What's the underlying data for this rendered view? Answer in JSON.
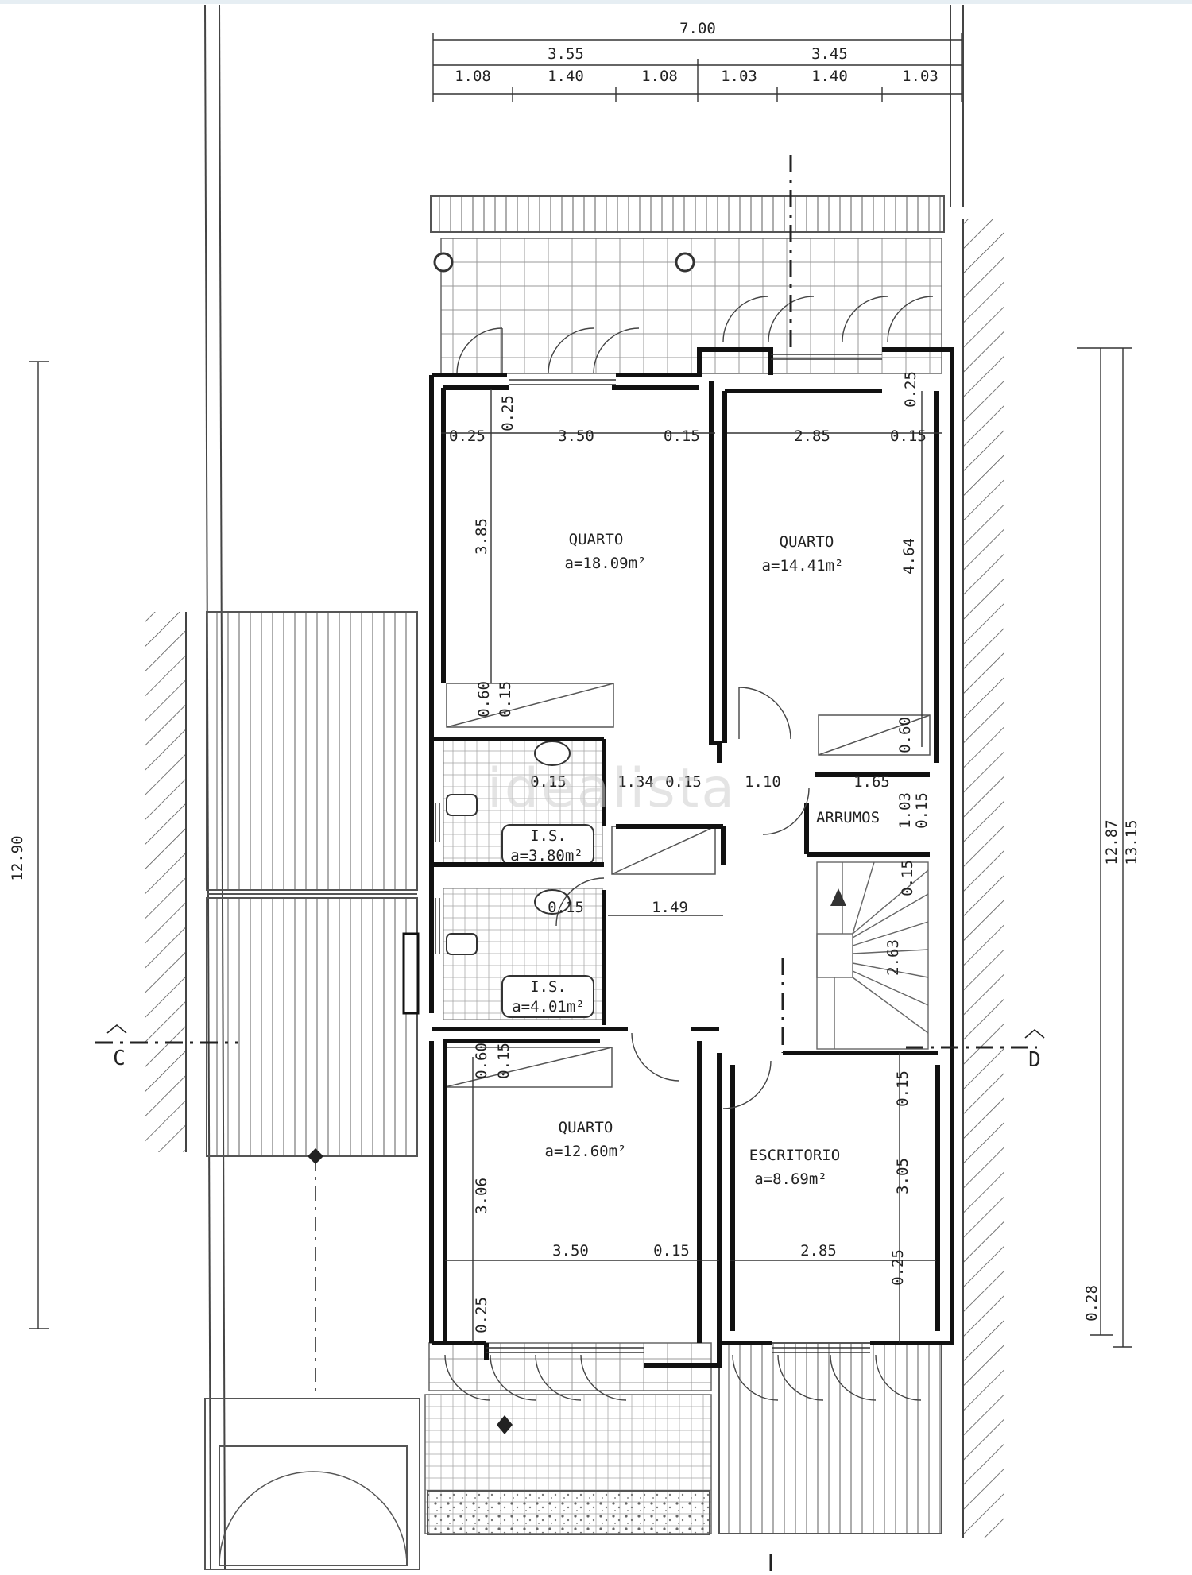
{
  "rooms": [
    {
      "name": "QUARTO",
      "area": "a=18.09m²"
    },
    {
      "name": "QUARTO",
      "area": "a=14.41m²"
    },
    {
      "name": "I.S.",
      "area": "a=3.80m²"
    },
    {
      "name": "ARRUMOS"
    },
    {
      "name": "I.S.",
      "area": "a=4.01m²"
    },
    {
      "name": "QUARTO",
      "area": "a=12.60m²"
    },
    {
      "name": "ESCRITORIO",
      "area": "a=8.69m²"
    }
  ],
  "dimensions": {
    "top_total": "7.00",
    "top_halves": [
      "3.55",
      "3.45"
    ],
    "top_parts": [
      "1.08",
      "1.40",
      "1.08",
      "1.03",
      "1.40",
      "1.03"
    ],
    "left_total": "12.90",
    "right_outer": "13.15",
    "right_inner": "12.87",
    "right_small": "0.28",
    "bed1": [
      "0.25",
      "3.50",
      "0.15",
      "0.25",
      "3.85"
    ],
    "bed2": [
      "2.85",
      "0.15",
      "0.25",
      "4.64"
    ],
    "closets": [
      "0.60",
      "0.15",
      "0.60"
    ],
    "hall": [
      "0.15",
      "1.34",
      "0.15",
      "1.10",
      "1.65",
      "1.03",
      "0.15"
    ],
    "lower_hall": [
      "0.15",
      "1.49",
      "0.15",
      "2.63"
    ],
    "bed3": [
      "0.60",
      "0.15",
      "3.06",
      "3.50",
      "0.15",
      "0.25"
    ],
    "office": [
      "0.15",
      "3.05",
      "2.85",
      "0.25"
    ]
  },
  "section_marks": [
    "C",
    "D"
  ],
  "watermark": "idealista"
}
